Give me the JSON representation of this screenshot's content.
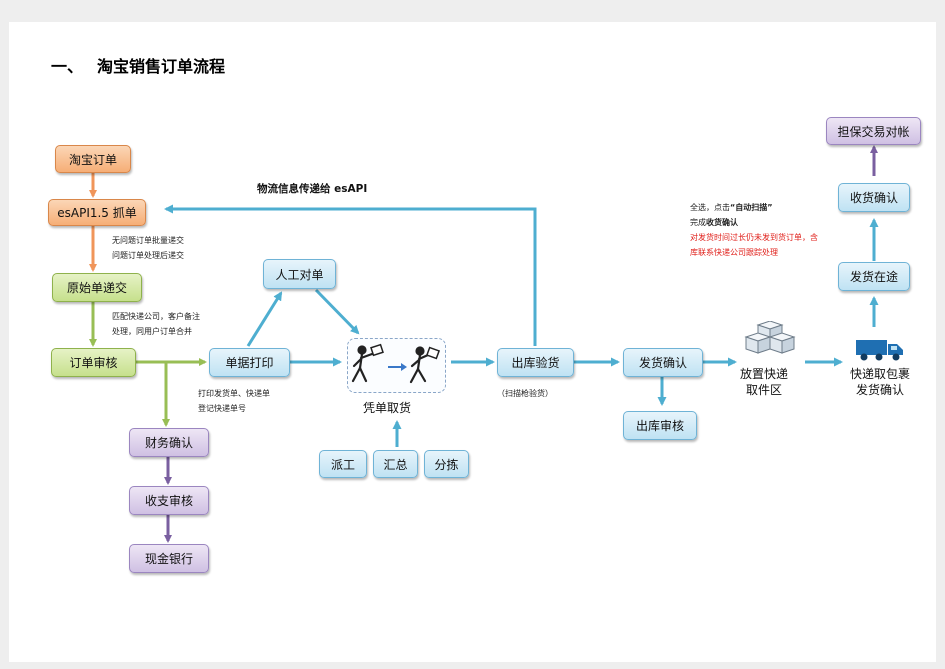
{
  "title": {
    "number": "一、",
    "text": "淘宝销售订单流程"
  },
  "nodes": {
    "taobao_order": "淘宝订单",
    "esapi_grab": "esAPI1.5 抓单",
    "original_submit": "原始单递交",
    "order_review": "订单审核",
    "finance_confirm": "财务确认",
    "income_review": "收支审核",
    "cash_bank": "现金银行",
    "manual_match": "人工对单",
    "doc_print": "单据打印",
    "pick_by_doc": "凭单取货",
    "dispatch": "派工",
    "summary": "汇总",
    "sorting": "分拣",
    "outbound_inspect": "出库验货",
    "ship_confirm": "发货确认",
    "outbound_review": "出库审核",
    "pickup_area": "放置快递\n取件区",
    "courier_pickup": "快递取包裹\n发货确认",
    "in_transit": "发货在途",
    "receipt_confirm": "收货确认",
    "escrow_reconcile": "担保交易对帐"
  },
  "notes": {
    "esapi_note": [
      "无问题订单批量递交",
      "问题订单处理后递交"
    ],
    "submit_note": [
      "匹配快递公司，客户备注",
      "处理，同用户订单合并"
    ],
    "print_note": [
      "打印发货单、快递单",
      "登记快递单号"
    ],
    "inspect_note": "（扫描枪验货）",
    "logistics_label": "物流信息传递给 esAPI",
    "auto_scan_note": {
      "line1_prefix": "全选，点击",
      "line1_bold": "“自动扫描”",
      "line2_prefix": "完成",
      "line2_bold": "收货确认",
      "red_line1": "对发货时间过长仍未发到货订单，含",
      "red_line2": "库联系快递公司跟踪处理"
    }
  },
  "colors": {
    "orange": "#f6ae76",
    "green": "#c6e08c",
    "blue": "#bfe2f3",
    "purple": "#cfc0e3",
    "arrow_orange": "#f0955a",
    "arrow_green": "#98be55",
    "arrow_blue": "#4eaed0",
    "arrow_purple": "#7a5fa0",
    "red_text": "#e0201b"
  },
  "icons": {
    "pick_illustration": "courier-figures-icon",
    "warehouse": "stacked-boxes-icon",
    "truck": "delivery-truck-icon"
  }
}
